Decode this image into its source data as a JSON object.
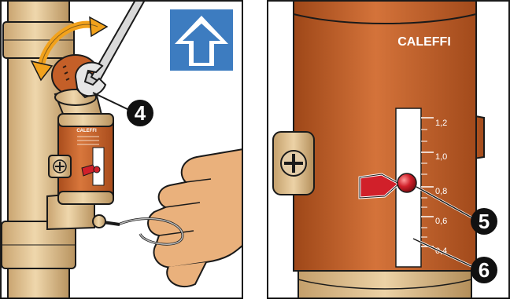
{
  "left_panel": {
    "callout_number": "4",
    "arrow_direction_icon": "arrow-up-icon",
    "arrow_badge_color": "#3d7cc0",
    "device_label": "CALEFFI"
  },
  "right_panel": {
    "brand_label": "CALEFFI",
    "scale_ticks": [
      "1,2",
      "1,0",
      "0,8",
      "0,6",
      "0,4"
    ],
    "callout_five": "5",
    "callout_six": "6"
  },
  "colors": {
    "brass": "#d8b98a",
    "brass_dark": "#b89660",
    "body_orange": "#c2622a",
    "indicator_red": "#d1202a",
    "outline": "#1a1a1a",
    "skin": "#eab17c"
  }
}
